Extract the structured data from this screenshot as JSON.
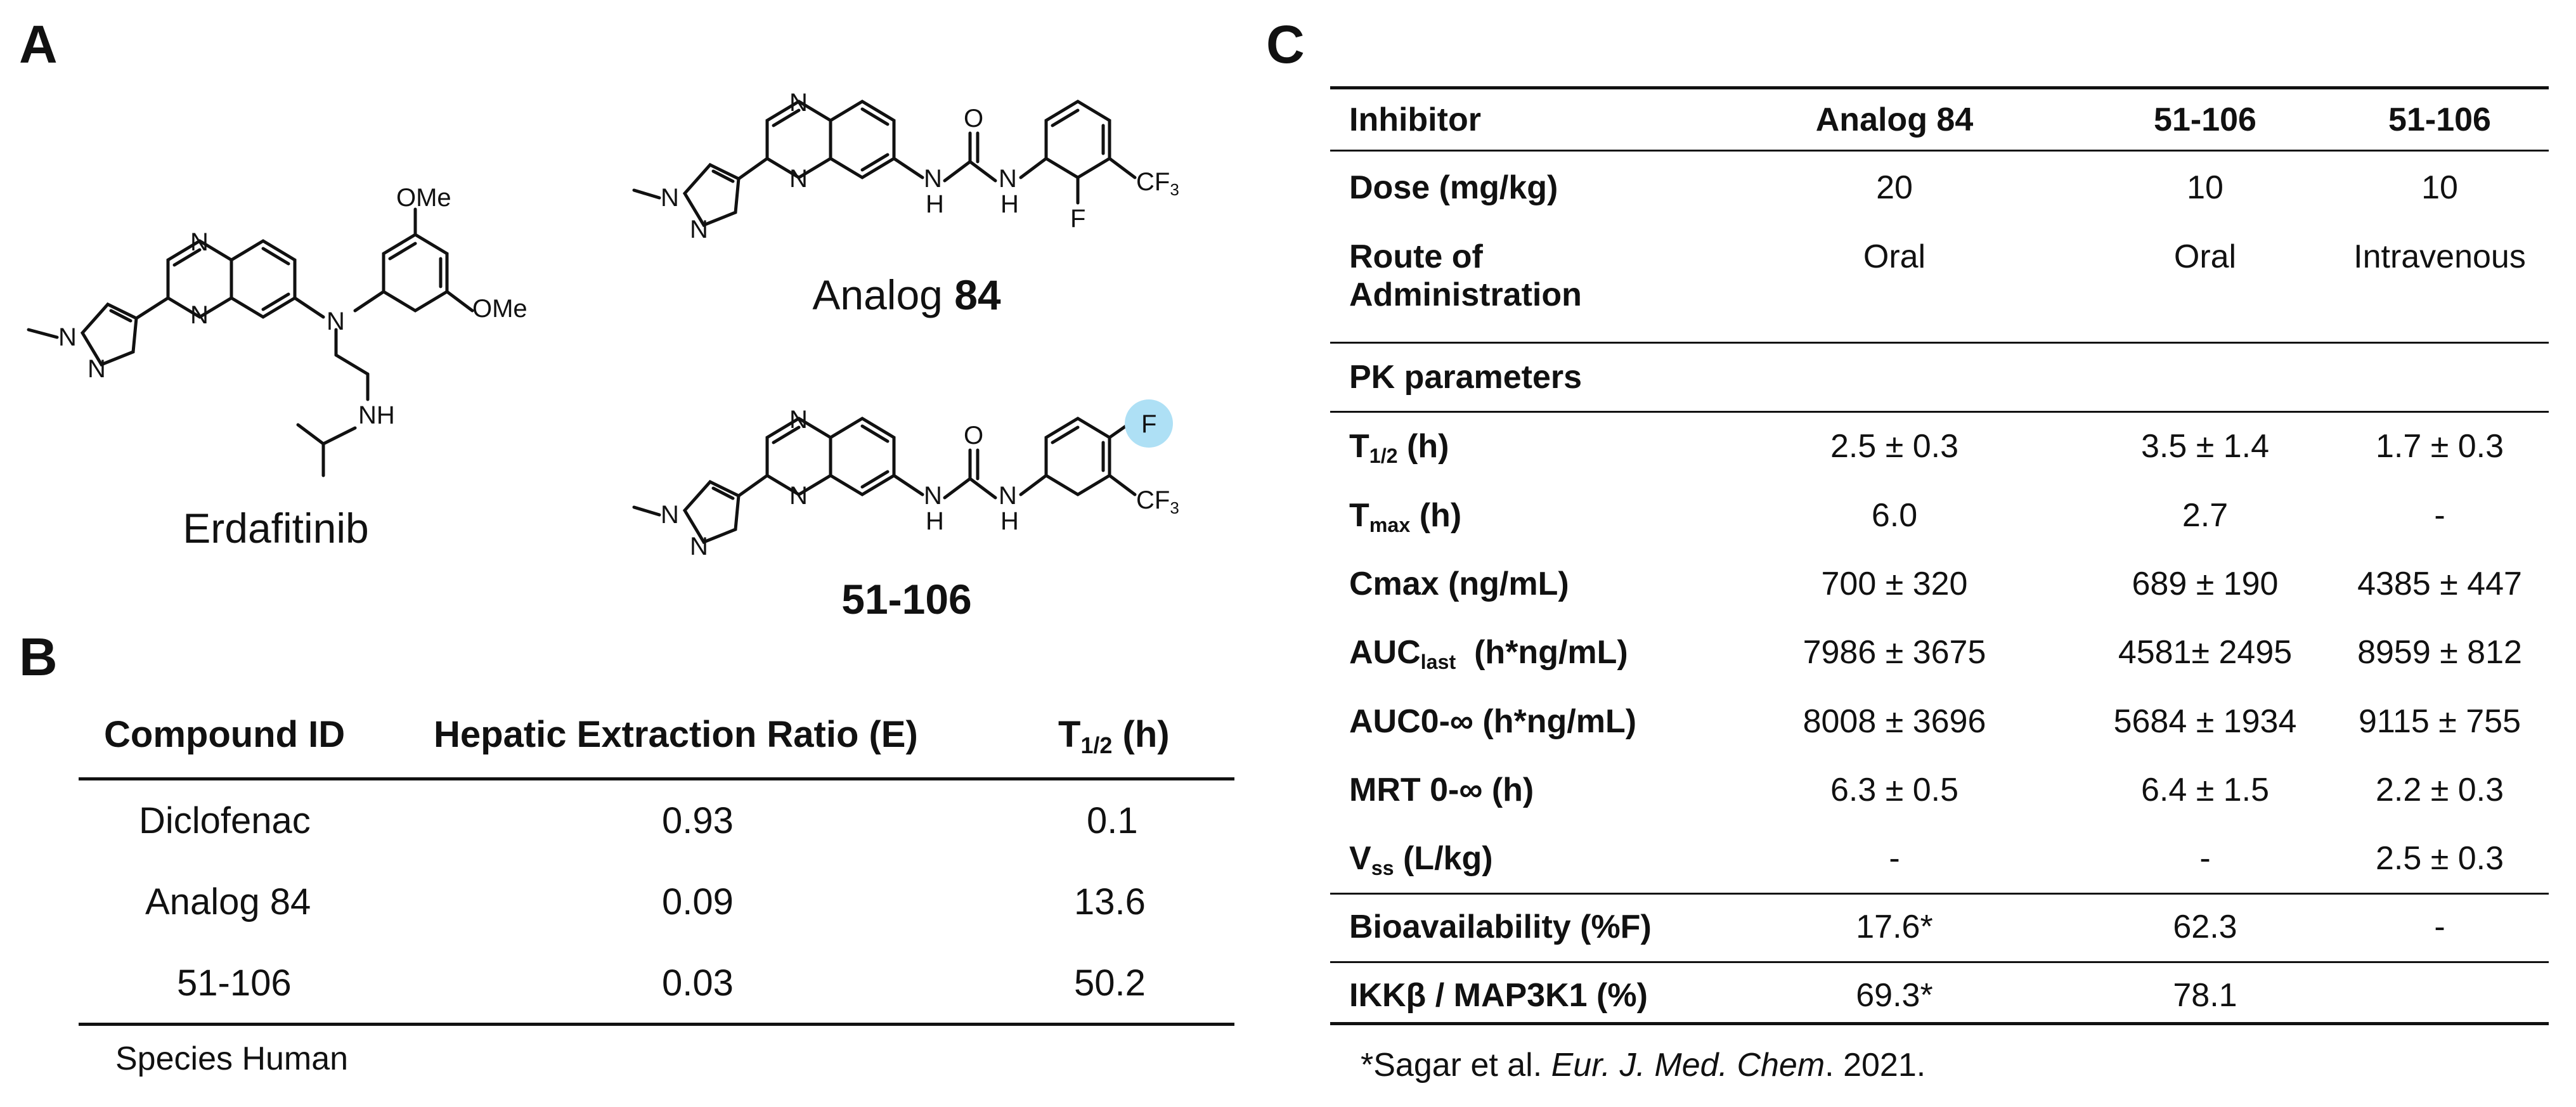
{
  "panels": {
    "a": "A",
    "b": "B",
    "c": "C"
  },
  "panel_a": {
    "compounds": [
      {
        "name": "Erdafitinib"
      },
      {
        "prefix": "Analog ",
        "number": "84"
      },
      {
        "name": "51-106"
      }
    ],
    "atom_labels": {
      "N": "N",
      "NH": "NH",
      "H": "H",
      "O": "O",
      "F": "F",
      "OMe": "OMe",
      "CF": "CF",
      "CF_sub": "3"
    },
    "highlight_color": "#aee0f5"
  },
  "table_b": {
    "headers": {
      "compound_id": "Compound ID",
      "extraction": "Hepatic Extraction Ratio (E)",
      "t_half_main": "T",
      "t_half_sub": "1/2",
      "t_half_unit": " (h)"
    },
    "rows": [
      {
        "compound": "Diclofenac",
        "e": "0.93",
        "t_half": "0.1"
      },
      {
        "compound": "Analog 84",
        "e": "0.09",
        "t_half": "13.6"
      },
      {
        "compound": "51-106",
        "e": "0.03",
        "t_half": "50.2"
      }
    ],
    "note": "Species Human"
  },
  "table_c": {
    "header": {
      "label": "Inhibitor",
      "c1": "Analog 84",
      "c2": "51-106",
      "c3": "51-106"
    },
    "dose": {
      "label": "Dose (mg/kg)",
      "c1": "20",
      "c2": "10",
      "c3": "10"
    },
    "route": {
      "label_line1": "Route of",
      "label_line2": "Administration",
      "c1": "Oral",
      "c2": "Oral",
      "c3": "Intravenous"
    },
    "section": "PK parameters",
    "t_half": {
      "main": "T",
      "sub": "1/2",
      "unit": " (h)",
      "c1": "2.5 ± 0.3",
      "c2": "3.5 ± 1.4",
      "c3": "1.7 ± 0.3"
    },
    "t_max": {
      "main": "T",
      "sub": "max",
      "unit": " (h)",
      "c1": "6.0",
      "c2": "2.7",
      "c3": "-"
    },
    "cmax": {
      "label": "Cmax (ng/mL)",
      "c1": "700 ± 320",
      "c2": "689 ± 190",
      "c3": "4385 ± 447"
    },
    "auc_last": {
      "main": "AUC",
      "sub": "last",
      "unit": "  (h*ng/mL)",
      "c1": "7986 ± 3675",
      "c2": "4581± 2495",
      "c3": "8959 ± 812"
    },
    "auc_inf": {
      "label": "AUC0-∞ (h*ng/mL)",
      "c1": "8008 ± 3696",
      "c2": "5684 ± 1934",
      "c3": "9115 ± 755"
    },
    "mrt": {
      "label": "MRT 0-∞ (h)",
      "c1": "6.3 ± 0.5",
      "c2": "6.4 ± 1.5",
      "c3": "2.2 ± 0.3"
    },
    "vss": {
      "main": "V",
      "sub": "ss",
      "unit": " (L/kg)",
      "c1": "-",
      "c2": "-",
      "c3": "2.5 ± 0.3"
    },
    "bioavailability": {
      "label": "Bioavailability (%F)",
      "c1": "17.6*",
      "c2": "62.3",
      "c3": "-"
    },
    "ikk": {
      "label": "IKKβ / MAP3K1 (%)",
      "c1": "69.3*",
      "c2": "78.1",
      "c3": ""
    },
    "reference": {
      "prefix": "*Sagar et al. ",
      "journal": "Eur. J. Med. Chem",
      "suffix": ". 2021."
    }
  }
}
